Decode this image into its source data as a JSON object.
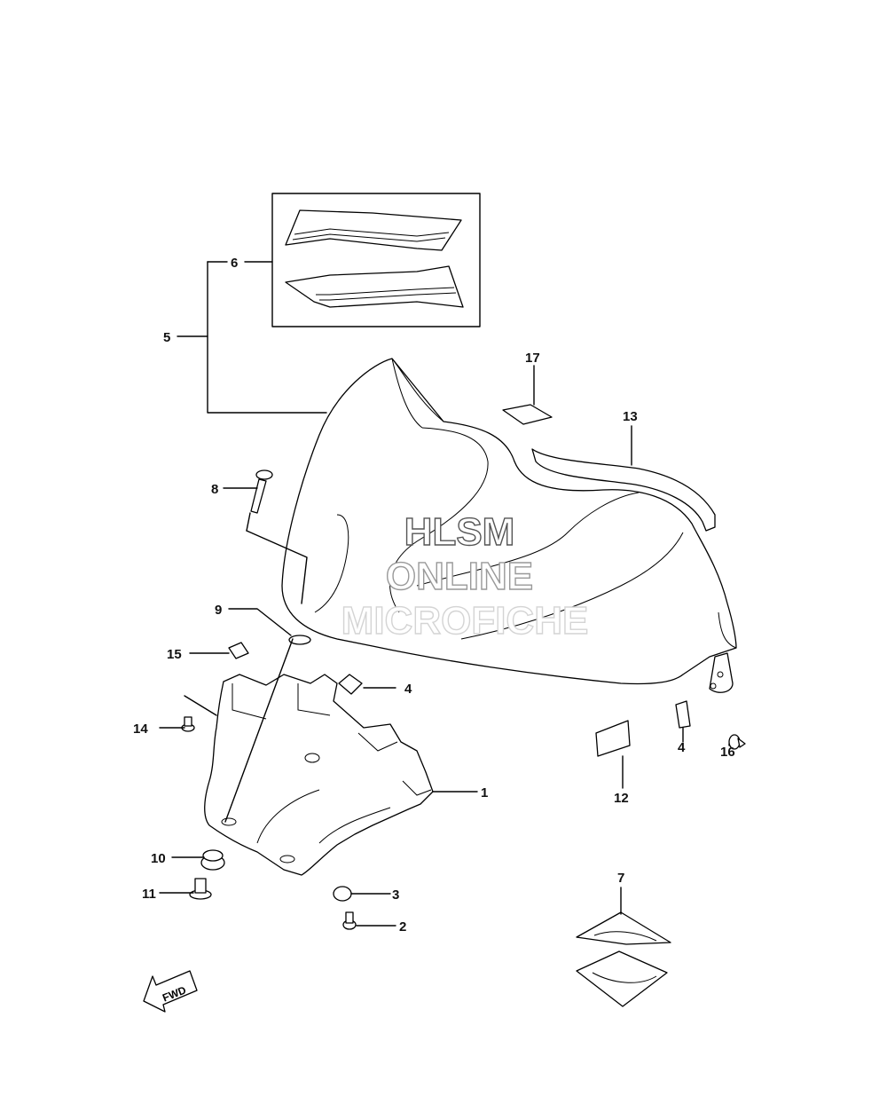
{
  "diagram": {
    "callouts": {
      "c1": "1",
      "c2": "2",
      "c3": "3",
      "c4a": "4",
      "c4b": "4",
      "c5": "5",
      "c6": "6",
      "c7": "7",
      "c8": "8",
      "c9": "9",
      "c10": "10",
      "c11": "11",
      "c12": "12",
      "c13": "13",
      "c14": "14",
      "c15": "15",
      "c16": "16",
      "c17": "17"
    },
    "fwd_label": "FWD"
  },
  "watermark": {
    "line1": "HLSM",
    "line2": "ONLINE",
    "line3": "MICROFICHE"
  }
}
